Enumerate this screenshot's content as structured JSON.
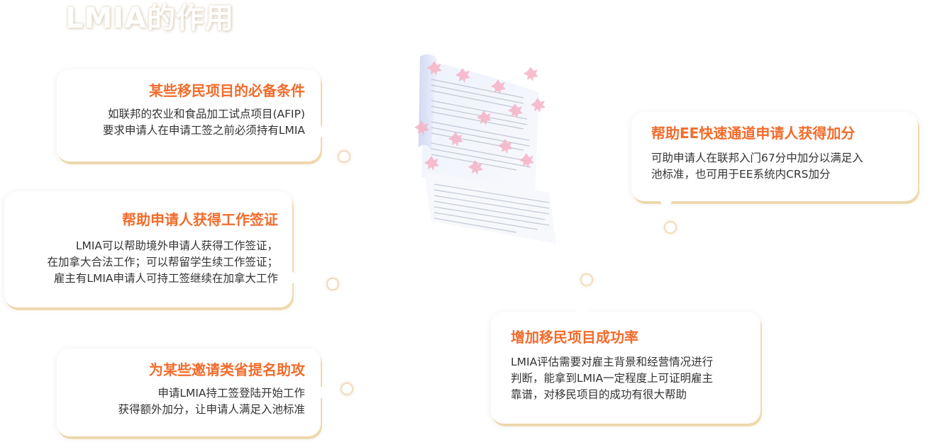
{
  "page_title": "LMIA的作用",
  "cards": [
    {
      "id": "prerequisite",
      "title": "某些移民项目的必备条件",
      "lines": [
        "如联邦的农业和食品加工试点项目(AFIP)",
        "要求申请人在申请工签之前必须持有LMIA"
      ]
    },
    {
      "id": "work-permit",
      "title": "帮助申请人获得工作签证",
      "lines": [
        "LMIA可以帮助境外申请人获得工作签证，",
        "在加拿大合法工作；可以帮留学生续工作签证；",
        "雇主有LMIA申请人可持工签继续在加拿大工作"
      ]
    },
    {
      "id": "provincial-nomination",
      "title": "为某些邀请类省提名助攻",
      "lines": [
        "申请LMIA持工签登陆开始工作",
        "获得额外加分，让申请人满足入池标准"
      ]
    },
    {
      "id": "express-entry",
      "title": "帮助EE快速通道申请人获得加分",
      "lines": [
        "可助申请人在联邦入门67分中加分以满足入",
        "池标准，也可用于EE系统内CRS加分"
      ]
    },
    {
      "id": "success-rate",
      "title": "增加移民项目成功率",
      "lines": [
        "LMIA评估需要对雇主背景和经营情况进行",
        "判断，能拿到LMIA一定程度上可证明雇主",
        "靠谱，对移民项目的成功有很大帮助"
      ]
    }
  ],
  "colors": {
    "title_accent": "#f26c2b",
    "body_text": "#333333",
    "card_shadow": "#eec878",
    "connector_ring": "#f1ddbd"
  },
  "icons": [
    "document-illustration-icon"
  ]
}
